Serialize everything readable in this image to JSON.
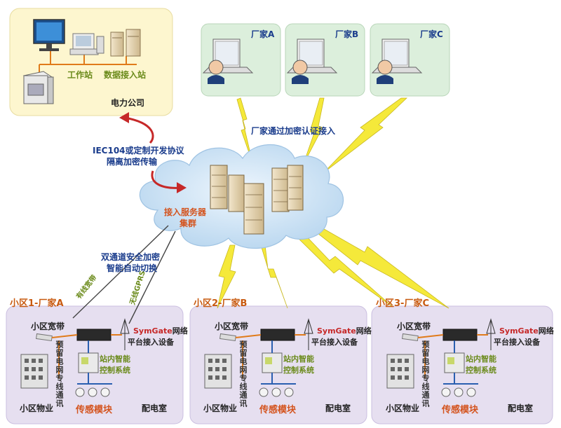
{
  "power_company": {
    "workstation": "工作站",
    "data_station": "数据接入站",
    "name": "电力公司"
  },
  "vendors": [
    {
      "name": "厂家A"
    },
    {
      "name": "厂家B"
    },
    {
      "name": "厂家C"
    }
  ],
  "cloud": {
    "vendor_access": "厂家通过加密认证接入",
    "protocol_line1": "IEC104或定制开发协议",
    "protocol_line2": "隔离加密传输",
    "server_line1": "接入服务器",
    "server_line2": "集群",
    "dual_line1": "双通道安全加密",
    "dual_line2": "智能自动切换",
    "wired": "有线宽带",
    "wireless": "无线GPRS"
  },
  "districts": [
    {
      "title": "小区1-厂家A",
      "broadband": "小区宽带",
      "reserved_line": "预留电网专线通讯",
      "symgate_brand": "SymGate",
      "symgate_suffix": "网络",
      "symgate_line2": "平台接入设备",
      "control_line1": "站内智能",
      "control_line2": "控制系统",
      "property": "小区物业",
      "sensor": "传感模块",
      "substation": "配电室"
    },
    {
      "title": "小区2-厂家B",
      "broadband": "小区宽带",
      "reserved_line": "预留电网专线通讯",
      "symgate_brand": "SymGate",
      "symgate_suffix": "网络",
      "symgate_line2": "平台接入设备",
      "control_line1": "站内智能",
      "control_line2": "控制系统",
      "property": "小区物业",
      "sensor": "传感模块",
      "substation": "配电室"
    },
    {
      "title": "小区3-厂家C",
      "broadband": "小区宽带",
      "reserved_line": "预留电网专线通讯",
      "symgate_brand": "SymGate",
      "symgate_suffix": "网络",
      "symgate_line2": "平台接入设备",
      "control_line1": "站内智能",
      "control_line2": "控制系统",
      "property": "小区物业",
      "sensor": "传感模块",
      "substation": "配电室"
    }
  ],
  "colors": {
    "power_bg": "#fdf6cf",
    "vendor_bg": "#dcefdc",
    "district_bg": "#e3dcef",
    "cloud": "#cfe4f6",
    "lightning": "#f5e93a",
    "link_orange": "#e07b1a"
  }
}
